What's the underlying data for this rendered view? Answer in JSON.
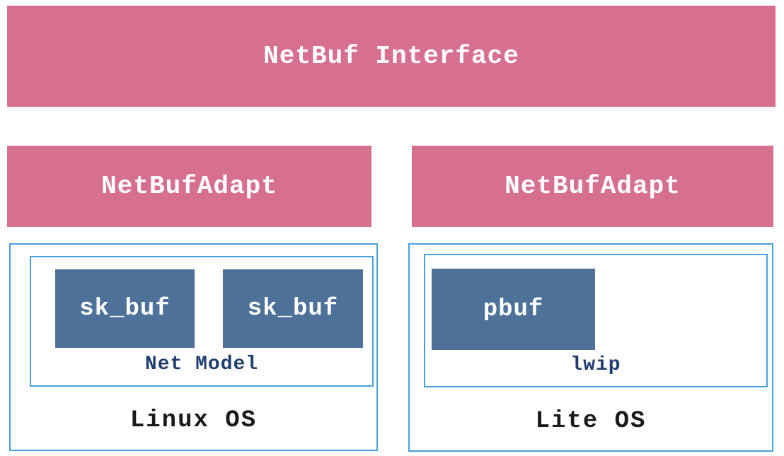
{
  "diagram": {
    "interface_bar": {
      "label": "NetBuf Interface"
    },
    "adapters": [
      {
        "label": "NetBufAdapt"
      },
      {
        "label": "NetBufAdapt"
      }
    ],
    "linux_os": {
      "name": "Linux OS",
      "model_name": "Net Model",
      "buffers": [
        "sk_buf",
        "sk_buf"
      ]
    },
    "lite_os": {
      "name": "Lite OS",
      "stack_name": "lwip",
      "buffers": [
        "pbuf"
      ]
    },
    "colors": {
      "bar_pink": "#d7708f",
      "buffer_steel_blue": "#4d7199",
      "box_border_blue": "#47a1dc",
      "inner_label_navy": "#1f3d6e",
      "os_label_black": "#1a1a1a",
      "bar_text_white": "#ffffff",
      "background": "#ffffff"
    }
  }
}
